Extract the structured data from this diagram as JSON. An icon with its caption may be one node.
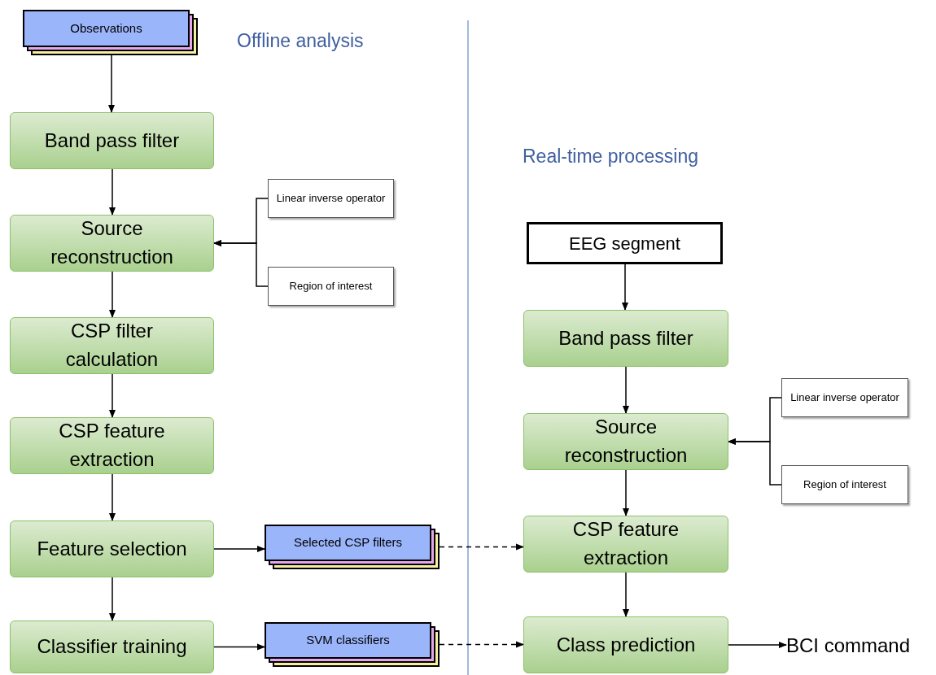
{
  "diagram": {
    "nodes": [
      {
        "text": [
          "Observations"
        ]
      },
      {
        "text": [
          "Band pass filter"
        ]
      },
      {
        "text": [
          "Source reconstruction"
        ]
      },
      {
        "text": [
          "Linear inverse operator"
        ]
      },
      {
        "text": [
          "Region of interest"
        ]
      },
      {
        "text": [
          "CSP filter calculation"
        ]
      },
      {
        "text": [
          "CSP feature extraction"
        ]
      },
      {
        "text": [
          "Feature selection"
        ]
      },
      {
        "text": [
          "Selected CSP filters"
        ]
      },
      {
        "text": [
          "Classifier training"
        ]
      },
      {
        "text": [
          "SVM classifiers"
        ]
      },
      {
        "text": [
          "EEG segment"
        ]
      },
      {
        "text": [
          "Band pass filter"
        ]
      },
      {
        "text": [
          "Linear inverse operator"
        ]
      },
      {
        "text": [
          "Source reconstruction"
        ]
      },
      {
        "text": [
          "Region of interest"
        ]
      },
      {
        "text": [
          "CSP feature extraction"
        ]
      },
      {
        "text": [
          "Class prediction"
        ]
      },
      {
        "text": [
          "BCI command"
        ]
      }
    ],
    "edges": [
      {
        "from": 0,
        "to": 1,
        "arrow": "to"
      },
      {
        "from": 1,
        "to": 2,
        "arrow": "to"
      },
      {
        "from": 3,
        "to": 2,
        "arrow": "to"
      },
      {
        "from": 4,
        "to": 2,
        "arrow": "to"
      },
      {
        "from": 2,
        "to": 5,
        "arrow": "to"
      },
      {
        "from": 5,
        "to": 6,
        "arrow": "to"
      },
      {
        "from": 6,
        "to": 7,
        "arrow": "to"
      },
      {
        "from": 7,
        "to": 8,
        "arrow": "to"
      },
      {
        "from": 7,
        "to": 9,
        "arrow": "to"
      },
      {
        "from": 9,
        "to": 10,
        "arrow": "to"
      },
      {
        "from": 8,
        "to": 16,
        "arrow": "to",
        "style": "dashed"
      },
      {
        "from": 10,
        "to": 17,
        "arrow": "to",
        "style": "dashed"
      },
      {
        "from": 11,
        "to": 12,
        "arrow": "to"
      },
      {
        "from": 12,
        "to": 14,
        "arrow": "to"
      },
      {
        "from": 13,
        "to": 14,
        "arrow": "to"
      },
      {
        "from": 15,
        "to": 14,
        "arrow": "to"
      },
      {
        "from": 14,
        "to": 16,
        "arrow": "to"
      },
      {
        "from": 16,
        "to": 17,
        "arrow": "to"
      },
      {
        "from": 17,
        "to": 18,
        "arrow": "to"
      }
    ],
    "labels": [
      "Offline analysis",
      "Real-time processing"
    ]
  }
}
